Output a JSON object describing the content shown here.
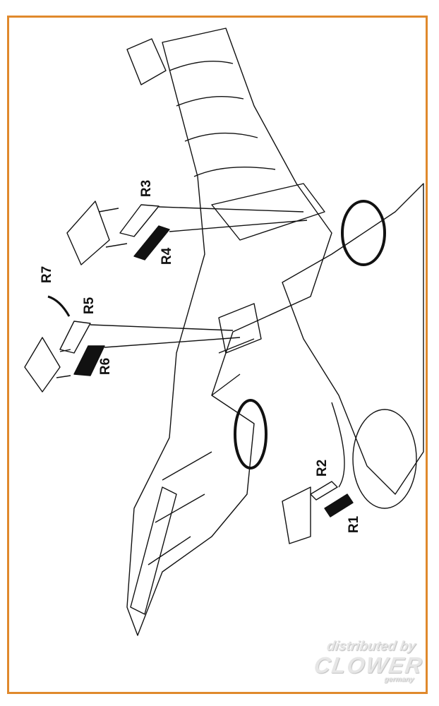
{
  "labels": {
    "r1": "R1",
    "r2": "R2",
    "r3": "R3",
    "r4": "R4",
    "r5": "R5",
    "r6": "R6",
    "r7": "R7"
  },
  "watermark": {
    "line1": "distributed by",
    "line2": "CLOWER",
    "line3": "germany"
  },
  "colors": {
    "frame": "#e0892c",
    "line": "#111111"
  }
}
